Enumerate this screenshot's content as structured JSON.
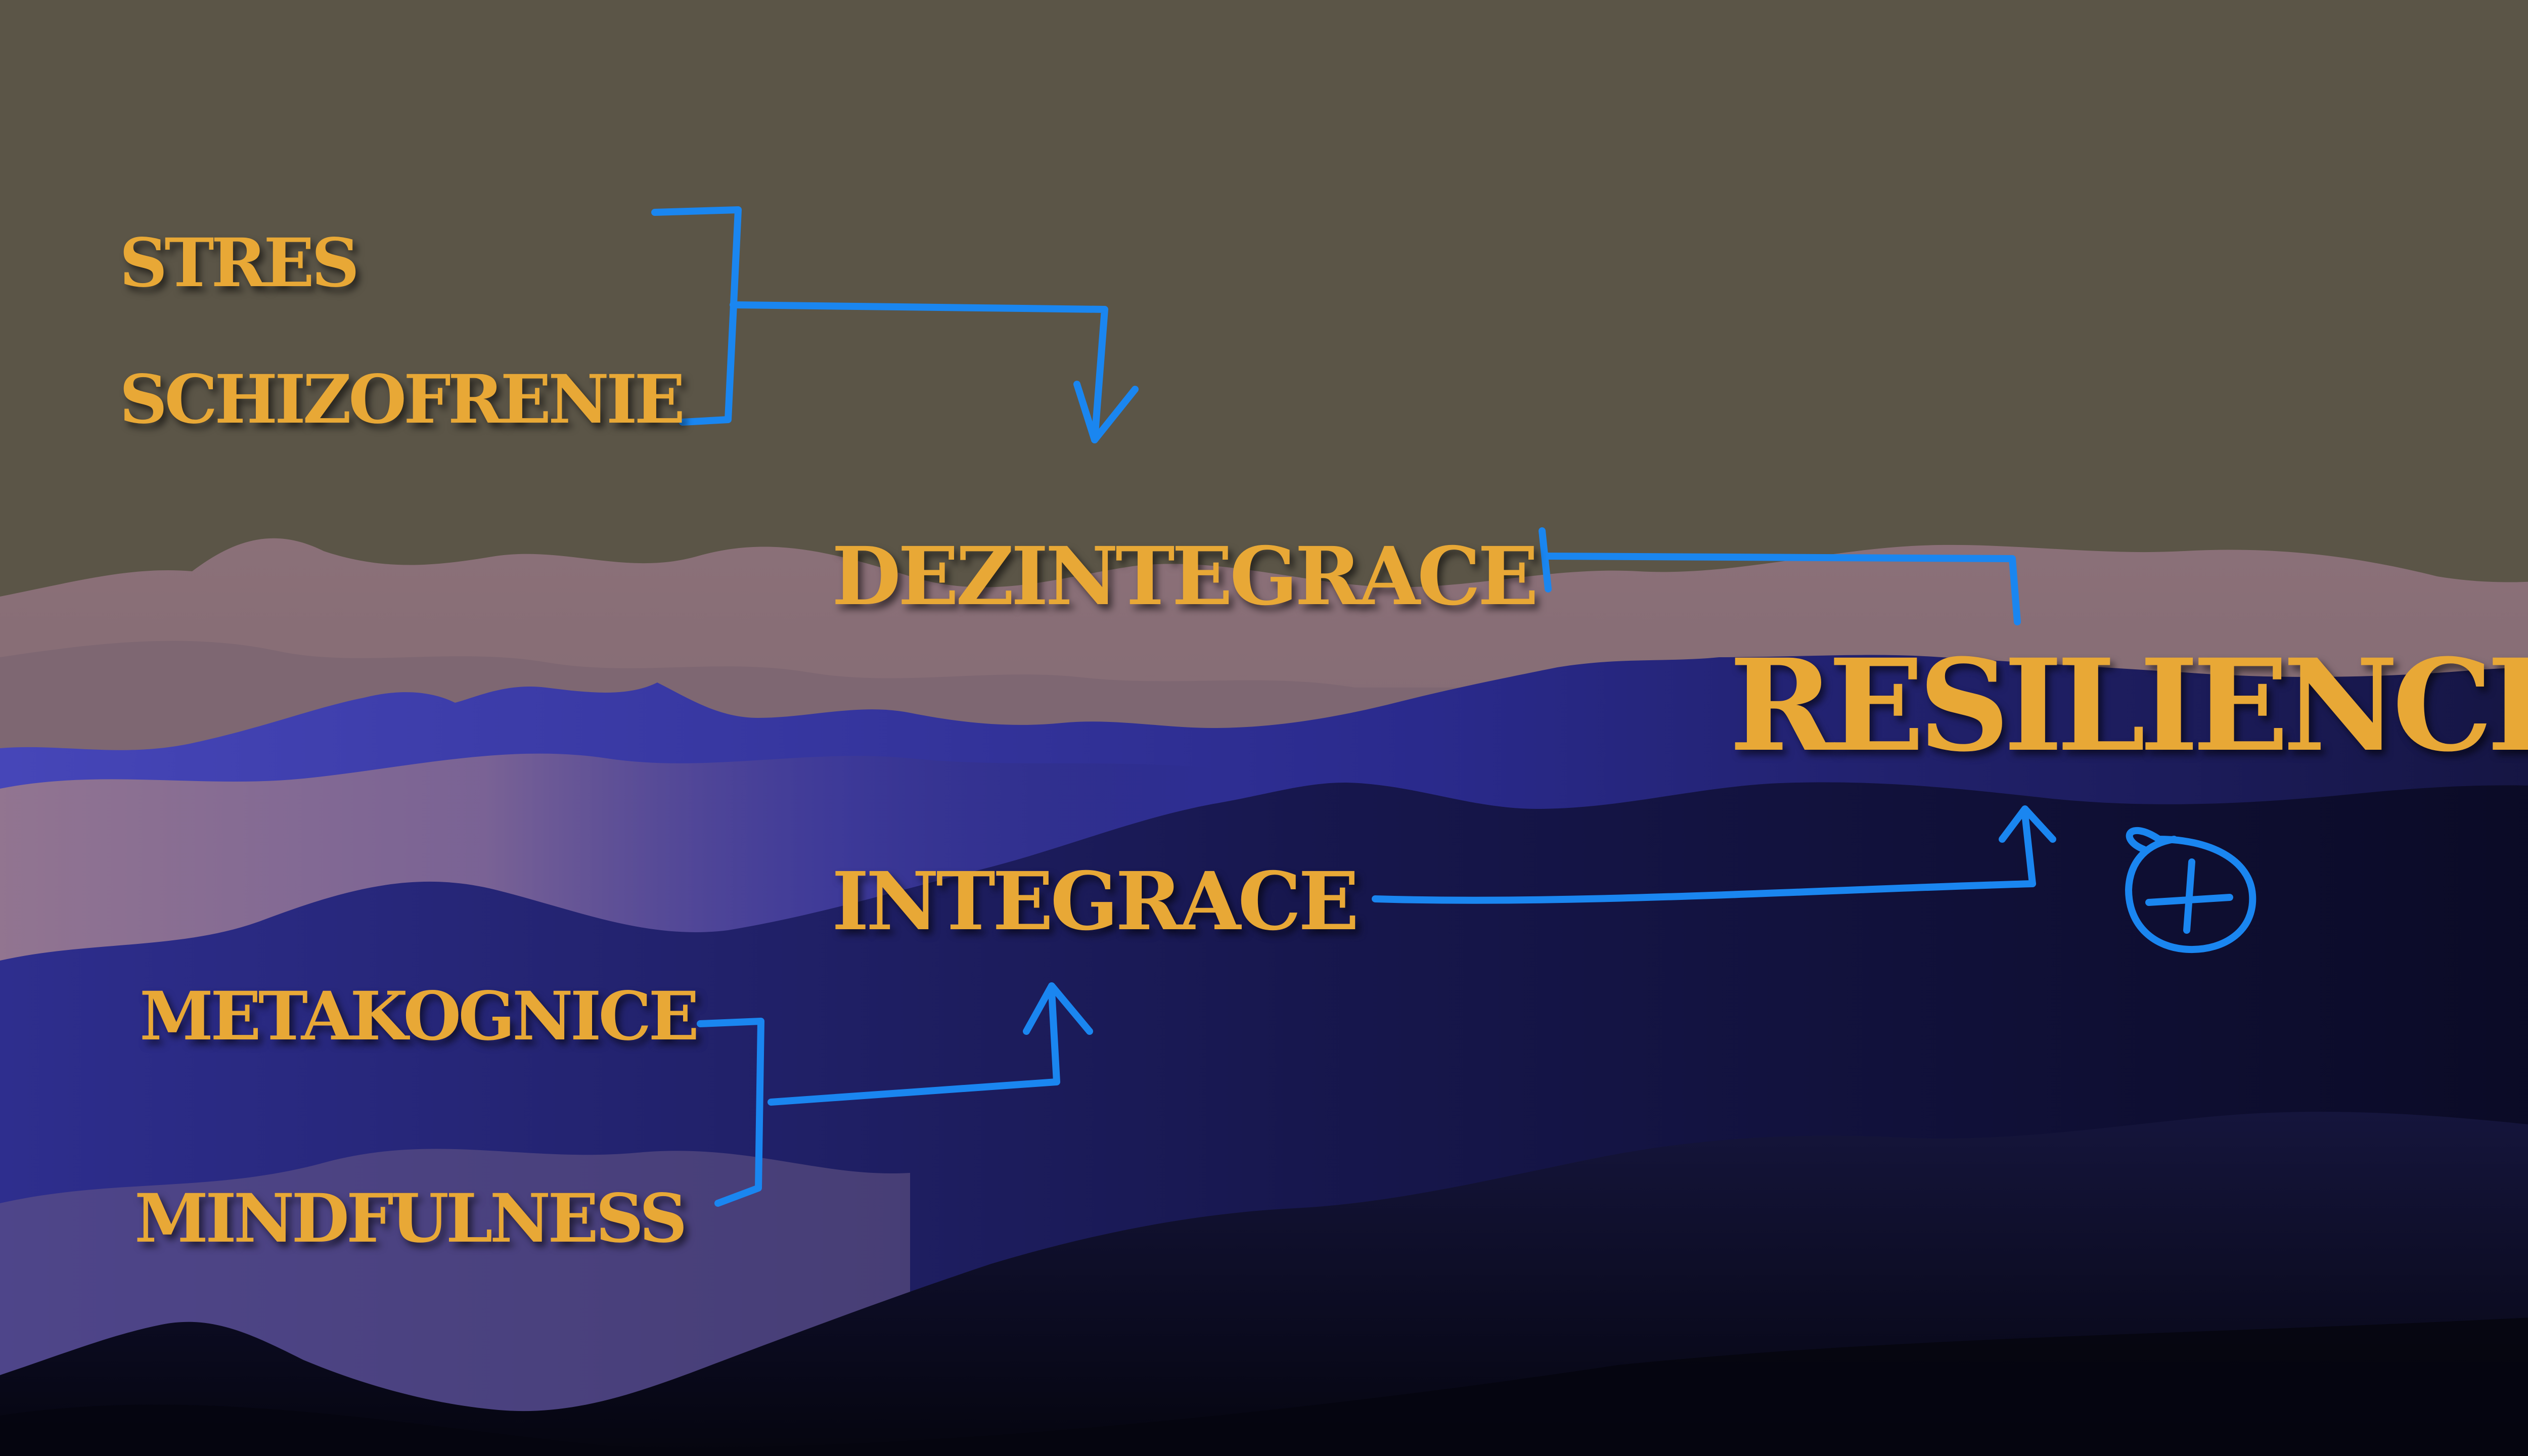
{
  "labels": {
    "stres": "STRES",
    "schizofrenie": "SCHIZOFRENIE",
    "dezintegrace": "DEZINTEGRACE",
    "integrace": "INTEGRACE",
    "metakognice": "METAKOGNICE",
    "mindfulness": "MINDFULNESS",
    "resilience": "RESILIENCE"
  },
  "colors": {
    "background": "#5b5547",
    "label_text": "#e8a836",
    "arrow_ink": "#1a86f0",
    "mountains_far": "#8a6f79",
    "mountains_mid": "#3b3bb0",
    "mountains_dark": "#0c0c2e"
  },
  "icons": {
    "plus_circle": "plus-circle-icon"
  },
  "edges": [
    {
      "from": [
        "STRES",
        "SCHIZOFRENIE"
      ],
      "to": "DEZINTEGRACE"
    },
    {
      "from": [
        "METAKOGNICE",
        "MINDFULNESS"
      ],
      "to": "INTEGRACE"
    },
    {
      "from": "INTEGRACE",
      "to": "RESILIENCE"
    },
    {
      "from": "RESILIENCE",
      "to": "DEZINTEGRACE",
      "style": "inhibit"
    }
  ]
}
